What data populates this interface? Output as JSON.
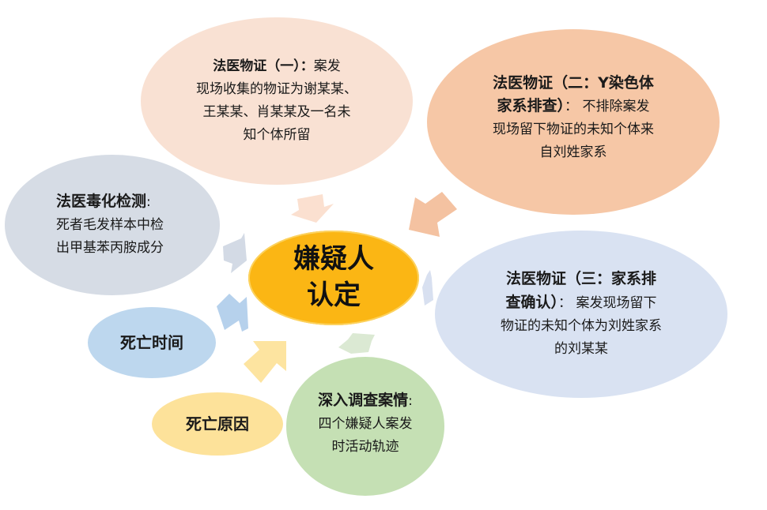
{
  "colors": {
    "center": "#fbb614",
    "evidence1": "#f9e1d3",
    "evidence2": "#f6c7a6",
    "toxicology": "#d6dce5",
    "evidence3": "#d9e2f2",
    "death_time": "#bdd7ee",
    "death_cause": "#fde29a",
    "investigation": "#c5e0b4",
    "arrow_evidence1": "#fbe0d0",
    "arrow_evidence2": "#f4c2a1",
    "arrow_toxicology": "#d3dae5",
    "arrow_evidence3": "#d8e0f0",
    "arrow_death_time": "#b6d1ec",
    "arrow_death_cause": "#fde4a0",
    "arrow_investigation": "#dbe9d3"
  },
  "center": {
    "line1": "嫌疑人",
    "line2": "认定"
  },
  "nodes": {
    "evidence1": {
      "title": "法医物证（一）：",
      "lines": [
        "案发",
        "现场收集的物证为谢某某、",
        "王某某、肖某某及一名未",
        "知个体所留"
      ]
    },
    "evidence2": {
      "title_line1": "法医物证（二：Y染色体",
      "title_line2": "家系排查）",
      "colon": "：",
      "lines": [
        "不排除案发",
        "现场留下物证的未知个体来",
        "自刘姓家系"
      ]
    },
    "toxicology": {
      "title": "法医毒化检测",
      "colon": ":",
      "lines": [
        "死者毛发样本中检",
        "出甲基苯丙胺成分"
      ]
    },
    "evidence3": {
      "title_line1": "法医物证（三：家系排",
      "title_line2": "查确认）",
      "colon": "：",
      "lines": [
        "案发现场留下",
        "物证的未知个体为刘姓家系",
        "的刘某某"
      ]
    },
    "death_time": {
      "title": "死亡时间"
    },
    "death_cause": {
      "title": "死亡原因"
    },
    "investigation": {
      "title": "深入调查案情",
      "colon": ":",
      "lines": [
        "四个嫌疑人案发",
        "时活动轨迹"
      ]
    }
  }
}
